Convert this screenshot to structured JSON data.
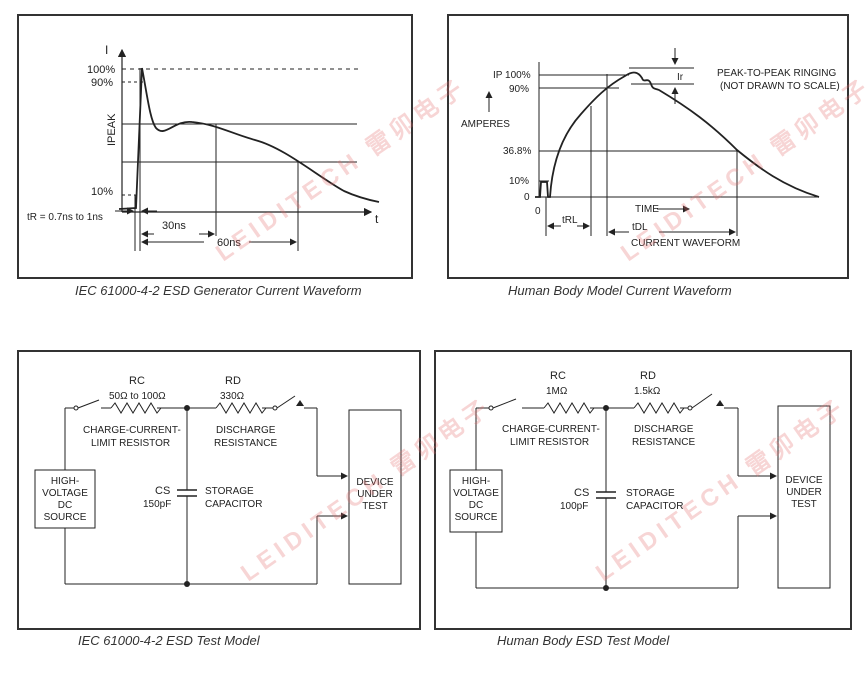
{
  "watermark": "LEIDITECH 雷卯电子",
  "colors": {
    "line": "#222222",
    "frame": "#333333",
    "watermark": "#e46a6a"
  },
  "panels": {
    "iec_waveform": {
      "caption": "IEC 61000-4-2 ESD Generator Current Waveform",
      "y_axis_label": "I",
      "x_axis_label": "t",
      "peak_axis_label": "IPEAK",
      "levels": {
        "p100": "100%",
        "p90": "90%",
        "p10": "10%"
      },
      "rise_time": "tR = 0.7ns to 1ns",
      "t30": "30ns",
      "t60": "60ns"
    },
    "hbm_waveform": {
      "caption": "Human Body Model Current Waveform",
      "ip100": "IP 100%",
      "p90": "90%",
      "p36": "36.8%",
      "p10": "10%",
      "zero_y": "0",
      "zero_x": "0",
      "amperes": "AMPERES",
      "ringing_line1": "PEAK-TO-PEAK RINGING",
      "ringing_line2": "(NOT DRAWN TO SCALE)",
      "ir": "Ir",
      "time": "TIME",
      "trl": "tRL",
      "tdl": "tDL",
      "current_waveform": "CURRENT WAVEFORM"
    },
    "iec_model": {
      "caption": "IEC 61000-4-2 ESD Test Model",
      "rc_label": "RC",
      "rc_value": "50Ω to 100Ω",
      "rd_label": "RD",
      "rd_value": "330Ω",
      "charge_line1": "CHARGE-CURRENT-",
      "charge_line2": "LIMIT RESISTOR",
      "discharge_line1": "DISCHARGE",
      "discharge_line2": "RESISTANCE",
      "cs_label": "CS",
      "cs_value": "150pF",
      "storage_line1": "STORAGE",
      "storage_line2": "CAPACITOR",
      "source": [
        "HIGH-",
        "VOLTAGE",
        "DC",
        "SOURCE"
      ],
      "dut": [
        "DEVICE",
        "UNDER",
        "TEST"
      ]
    },
    "hbm_model": {
      "caption": "Human Body ESD Test Model",
      "rc_label": "RC",
      "rc_value": "1MΩ",
      "rd_label": "RD",
      "rd_value": "1.5kΩ",
      "charge_line1": "CHARGE-CURRENT-",
      "charge_line2": "LIMIT RESISTOR",
      "discharge_line1": "DISCHARGE",
      "discharge_line2": "RESISTANCE",
      "cs_label": "CS",
      "cs_value": "100pF",
      "storage_line1": "STORAGE",
      "storage_line2": "CAPACITOR",
      "source": [
        "HIGH-",
        "VOLTAGE",
        "DC",
        "SOURCE"
      ],
      "dut": [
        "DEVICE",
        "UNDER",
        "TEST"
      ]
    }
  }
}
